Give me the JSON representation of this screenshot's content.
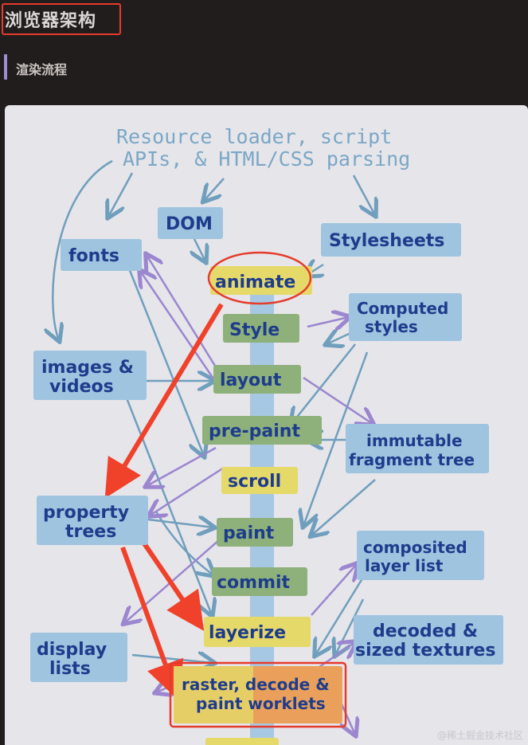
{
  "header": {
    "title": "浏览器架构",
    "subtitle": "渲染流程"
  },
  "diagram": {
    "heading_line1": "Resource loader, script",
    "heading_line2": "APIs, & HTML/CSS parsing",
    "nodes": {
      "dom": "DOM",
      "stylesheets": "Stylesheets",
      "fonts": "fonts",
      "animate": "animate",
      "style": "Style",
      "computed_styles_1": "Computed",
      "computed_styles_2": "styles",
      "images_videos_1": "images &",
      "images_videos_2": "videos",
      "layout": "layout",
      "pre_paint": "pre-paint",
      "immutable_1": "immutable",
      "immutable_2": "fragment tree",
      "scroll": "scroll",
      "property_trees_1": "property",
      "property_trees_2": "trees",
      "paint": "paint",
      "composited_1": "composited",
      "composited_2": "layer list",
      "commit": "commit",
      "layerize": "layerize",
      "decoded_1": "decoded &",
      "decoded_2": "sized textures",
      "display_lists_1": "display",
      "display_lists_2": "lists",
      "raster_1": "raster, decode &",
      "raster_2": "paint worklets"
    },
    "colors": {
      "node_blue": "#9fc4e0",
      "node_green": "#8eb07a",
      "node_yellow": "#e5d96a",
      "arrow_blue": "#6f9fbd",
      "arrow_purple": "#9b86cf",
      "arrow_red": "#f0412a",
      "highlight_red": "#e53b2c"
    }
  },
  "watermark": "@稀土掘金技术社区"
}
